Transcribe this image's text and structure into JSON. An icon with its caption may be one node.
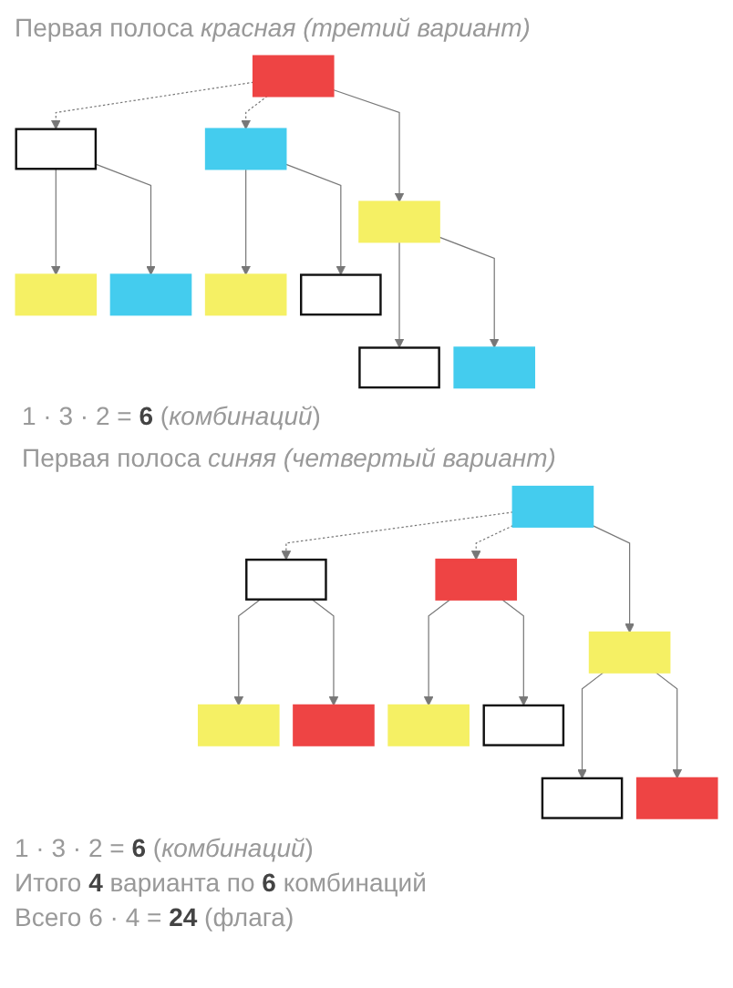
{
  "diagram": {
    "nodes": [
      {
        "text": [],
        "shape": "box"
      },
      {
        "text": [],
        "shape": "box"
      },
      {
        "text": [],
        "shape": "box"
      },
      {
        "text": [],
        "shape": "box"
      },
      {
        "text": [],
        "shape": "box"
      },
      {
        "text": [],
        "shape": "box"
      },
      {
        "text": [],
        "shape": "box"
      },
      {
        "text": [],
        "shape": "box"
      },
      {
        "text": [],
        "shape": "box"
      },
      {
        "text": [],
        "shape": "box"
      },
      {
        "text": [],
        "shape": "box"
      },
      {
        "text": [],
        "shape": "box"
      },
      {
        "text": [],
        "shape": "box"
      },
      {
        "text": [],
        "shape": "box"
      },
      {
        "text": [],
        "shape": "box"
      },
      {
        "text": [],
        "shape": "box"
      },
      {
        "text": [],
        "shape": "box"
      },
      {
        "text": [],
        "shape": "box"
      },
      {
        "text": [],
        "shape": "box"
      },
      {
        "text": [],
        "shape": "box"
      }
    ],
    "edges": [
      {
        "from": 0,
        "to": 1,
        "arrow": "to",
        "style": "dashed"
      },
      {
        "from": 0,
        "to": 2,
        "arrow": "to"
      },
      {
        "from": 0,
        "to": 3,
        "arrow": "to",
        "style": "dashed"
      },
      {
        "from": 1,
        "to": 4,
        "arrow": "to"
      },
      {
        "from": 1,
        "to": 5,
        "arrow": "to"
      },
      {
        "from": 2,
        "to": 6,
        "arrow": "to"
      },
      {
        "from": 2,
        "to": 7,
        "arrow": "to"
      },
      {
        "from": 3,
        "to": 8,
        "arrow": "to"
      },
      {
        "from": 3,
        "to": 9,
        "arrow": "to"
      },
      {
        "from": 10,
        "to": 11,
        "arrow": "to",
        "style": "dashed"
      },
      {
        "from": 10,
        "to": 12,
        "arrow": "to"
      },
      {
        "from": 10,
        "to": 13,
        "arrow": "to",
        "style": "dashed"
      },
      {
        "from": 11,
        "to": 14,
        "arrow": "to"
      },
      {
        "from": 11,
        "to": 15,
        "arrow": "to"
      },
      {
        "from": 12,
        "to": 16,
        "arrow": "to"
      },
      {
        "from": 12,
        "to": 17,
        "arrow": "to"
      },
      {
        "from": 13,
        "to": 18,
        "arrow": "to"
      },
      {
        "from": 13,
        "to": 19,
        "arrow": "to"
      }
    ],
    "labels": [
      "Первая полоса *красная (третий вариант)*",
      "1 · 3 · 2 = **6** (*комбинаций*)",
      "Первая полоса *синяя (четвертый вариант)*",
      "1 · 3 · 2 = **6** (*комбинаций*)",
      "Итого **4** варианта по **6** комбинаций",
      "Всего 6 · 4 = **24** (флага)"
    ]
  }
}
